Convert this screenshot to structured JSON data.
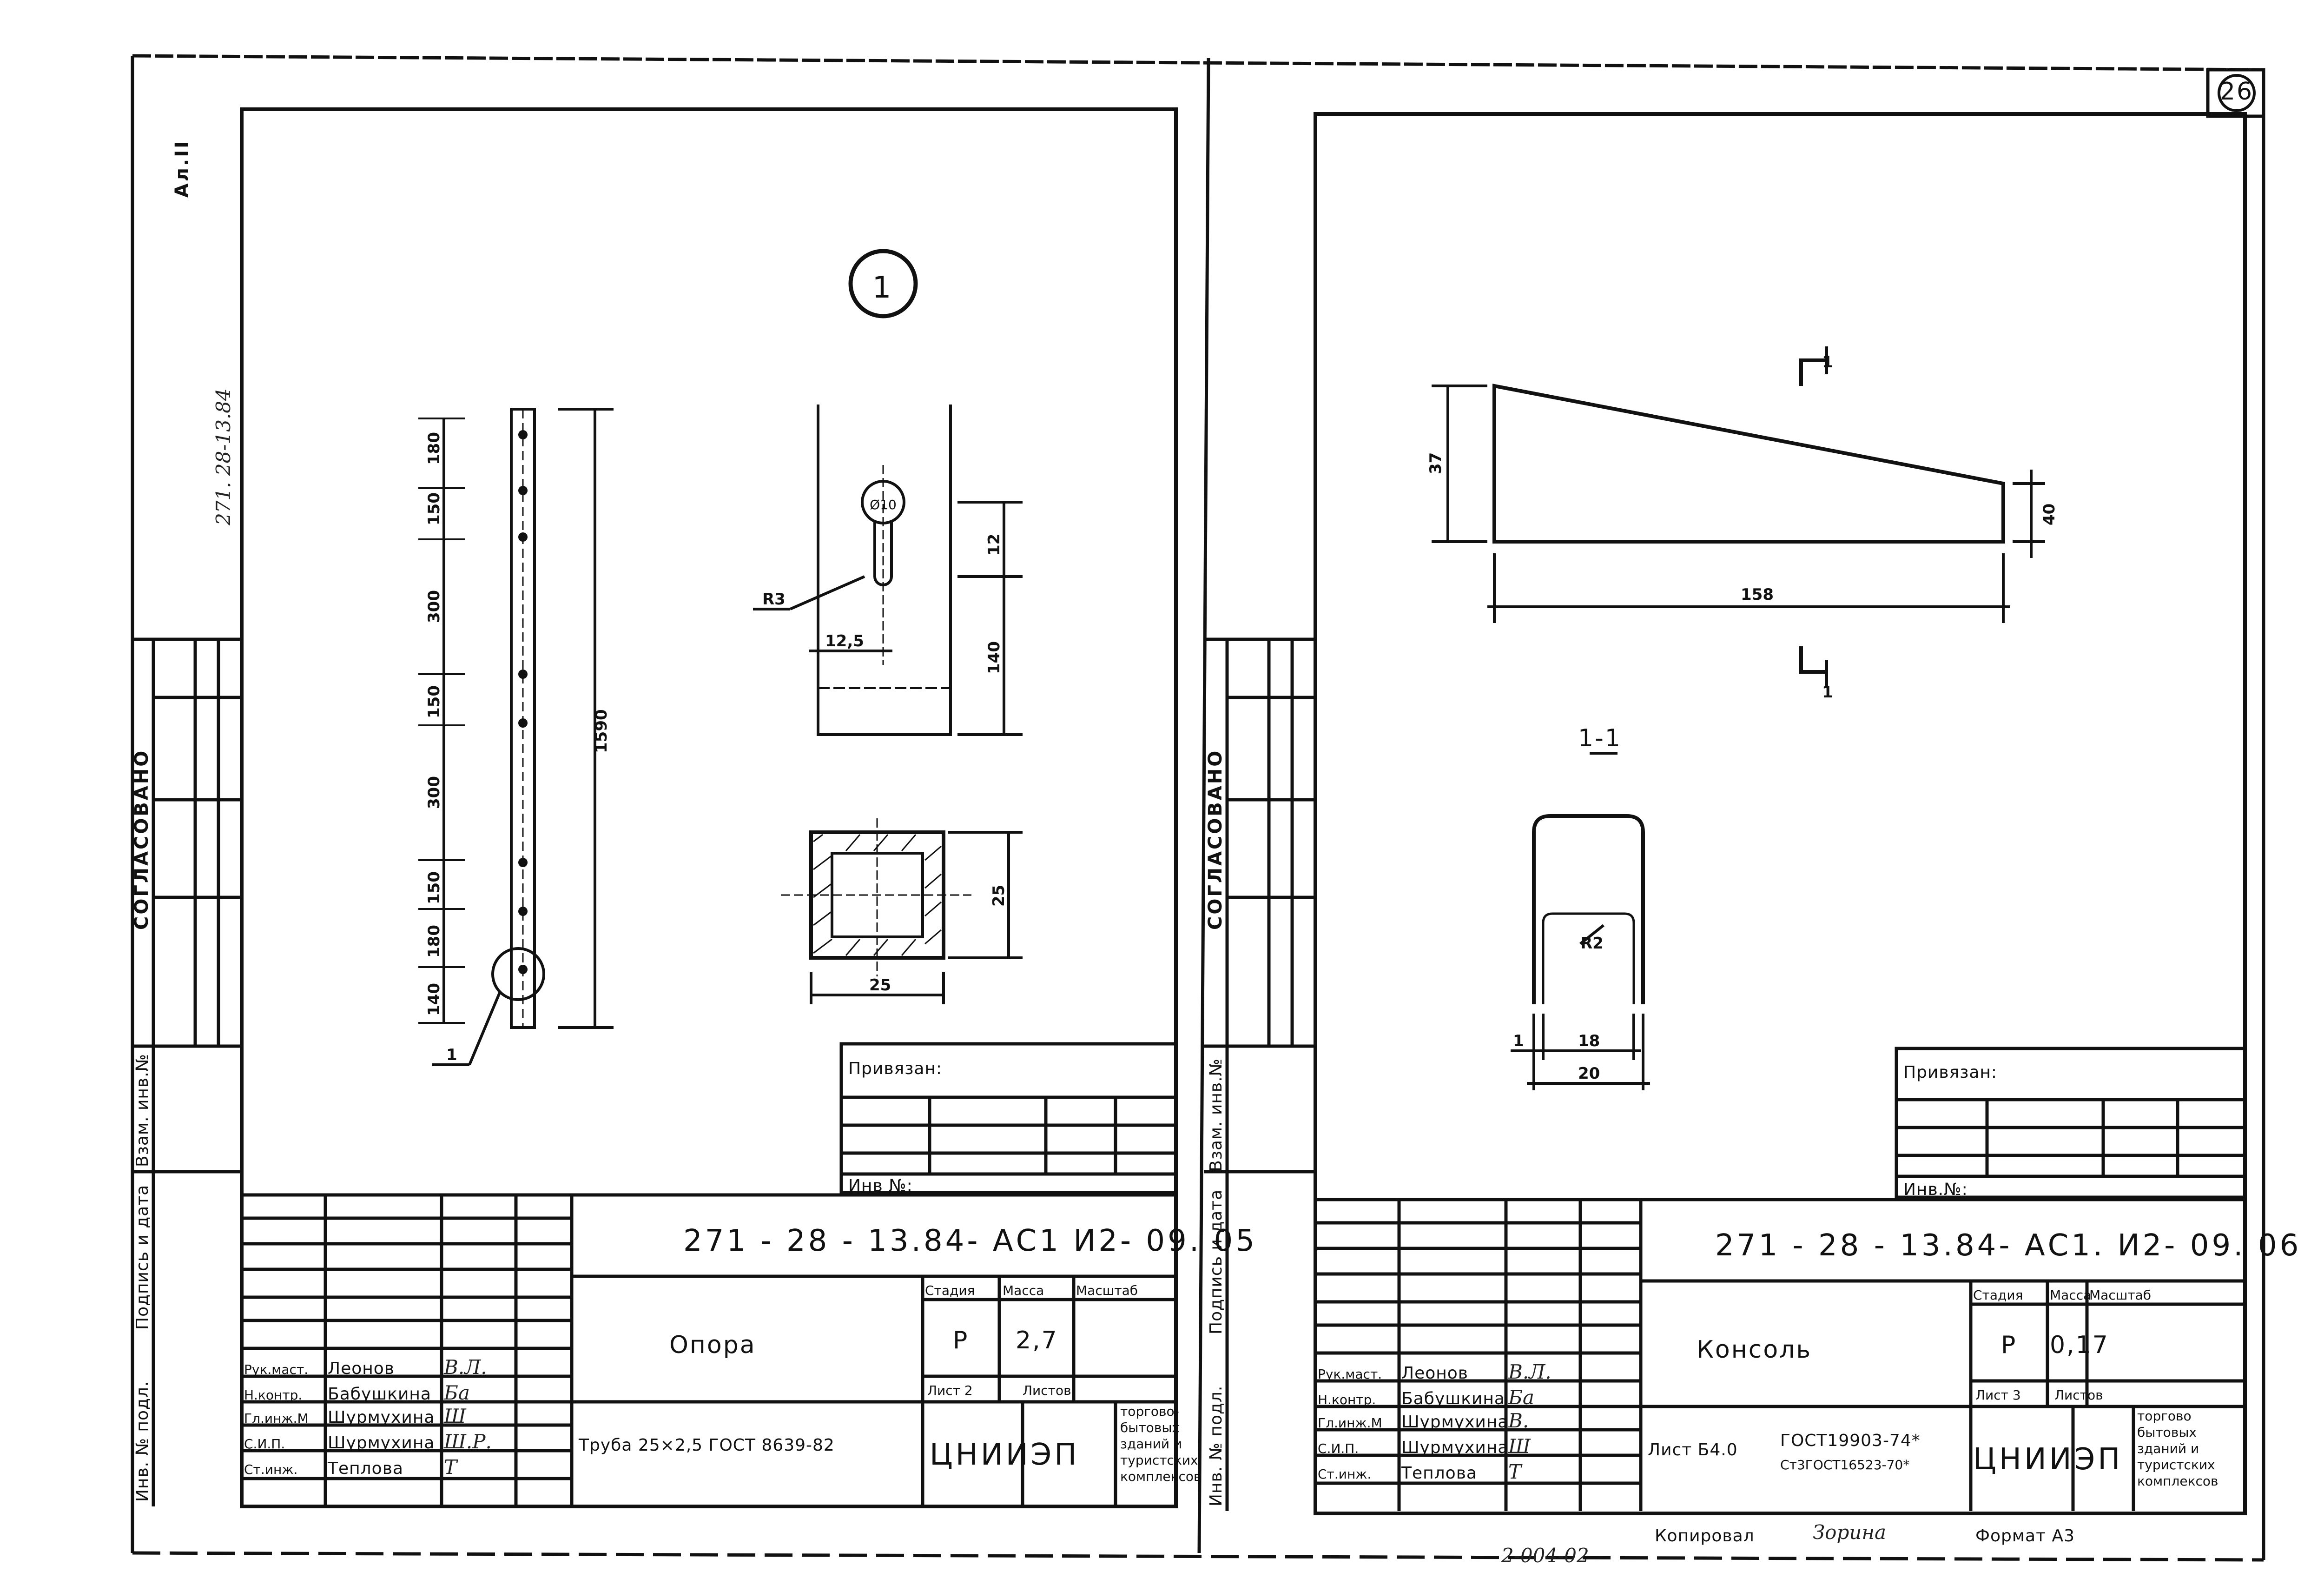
{
  "page_number": "26",
  "side": {
    "album": "Ал.II",
    "doc_code": "271. 28-13.84",
    "approved": "СОГЛАСОВАНО",
    "col_inv_orig": "Инв. № подл.",
    "col_sign_date": "Подпись и дата",
    "col_inv_repl": "Взам. инв.№"
  },
  "left": {
    "view_marker": "1",
    "elevation_dims": [
      "180",
      "150",
      "300",
      "150",
      "300",
      "150",
      "180",
      "140"
    ],
    "elevation_total": "1590",
    "callout": "1",
    "slot_dims": {
      "radius": "R3",
      "width": "12,5",
      "upper": "12",
      "lower": "140",
      "circle": "Ø10"
    },
    "tube_dims": {
      "height": "25",
      "width": "25"
    },
    "privyazan": "Привязан:",
    "inv_no": "Инв №:",
    "designation": "271 - 28 - 13.84- АС1 И2- 09. 05",
    "name": "Опора",
    "material": "Труба  25×2,5 ГОСТ 8639-82",
    "stage_label": "Стадия",
    "mass_label": "Масса",
    "scale_label": "Масштаб",
    "stage": "Р",
    "mass": "2,7",
    "sheet_label": "Лист 2",
    "sheets_label": "Листов",
    "org": "ЦНИИЭП",
    "org_desc": [
      "торгово-",
      "бытовых",
      "зданий и",
      "туристских",
      "комплексов"
    ],
    "staff": [
      {
        "role": "Рук.маст.",
        "name": "Леонов",
        "sign": "В.Л."
      },
      {
        "role": "Н.контр.",
        "name": "Бабушкина",
        "sign": "Ба"
      },
      {
        "role": "Гл.инж.М",
        "name": "Шурмухина",
        "sign": "Ш"
      },
      {
        "role": "С.И.П.",
        "name": "Шурмухина",
        "sign": "Ш.Р."
      },
      {
        "role": "Ст.инж.",
        "name": "Теплова",
        "sign": "Т"
      }
    ]
  },
  "right": {
    "dims": {
      "left_h": "37",
      "right_h": "40",
      "length": "158"
    },
    "section_mark": "1",
    "section_label": "1-1",
    "section_dims": {
      "radius": "R2",
      "thick": "1",
      "inner": "18",
      "outer": "20"
    },
    "privyazan": "Привязан:",
    "inv_no": "Инв.№:",
    "designation": "271 - 28 - 13.84- АС1. И2- 09. 06",
    "name": "Консоль",
    "material_a": "Лист Б4.0",
    "material_b": "ГОСТ19903-74*",
    "material_c": "Ст3ГОСТ16523-70*",
    "stage_label": "Стадия",
    "mass_label": "Масса",
    "scale_label": "Масштаб",
    "stage": "Р",
    "mass": "0,17",
    "sheet_label": "Лист 3",
    "sheets_label": "Листов",
    "org": "ЦНИИЭП",
    "org_desc": [
      "торгово",
      "бытовых",
      "зданий и",
      "туристских",
      "комплексов"
    ],
    "staff": [
      {
        "role": "Рук.маст.",
        "name": "Леонов",
        "sign": "В.Л."
      },
      {
        "role": "Н.контр.",
        "name": "Бабушкина",
        "sign": "Ба"
      },
      {
        "role": "Гл.инж.М",
        "name": "Шурмухина",
        "sign": "В."
      },
      {
        "role": "С.И.П.",
        "name": "Шурмухина",
        "sign": "Ш"
      },
      {
        "role": "Ст.инж.",
        "name": "Теплова",
        "sign": "Т"
      }
    ]
  },
  "footer": {
    "copied": "Копировал",
    "copied_sign": "Зорина",
    "format": "Формат А3",
    "stamp": "2-004-02"
  }
}
